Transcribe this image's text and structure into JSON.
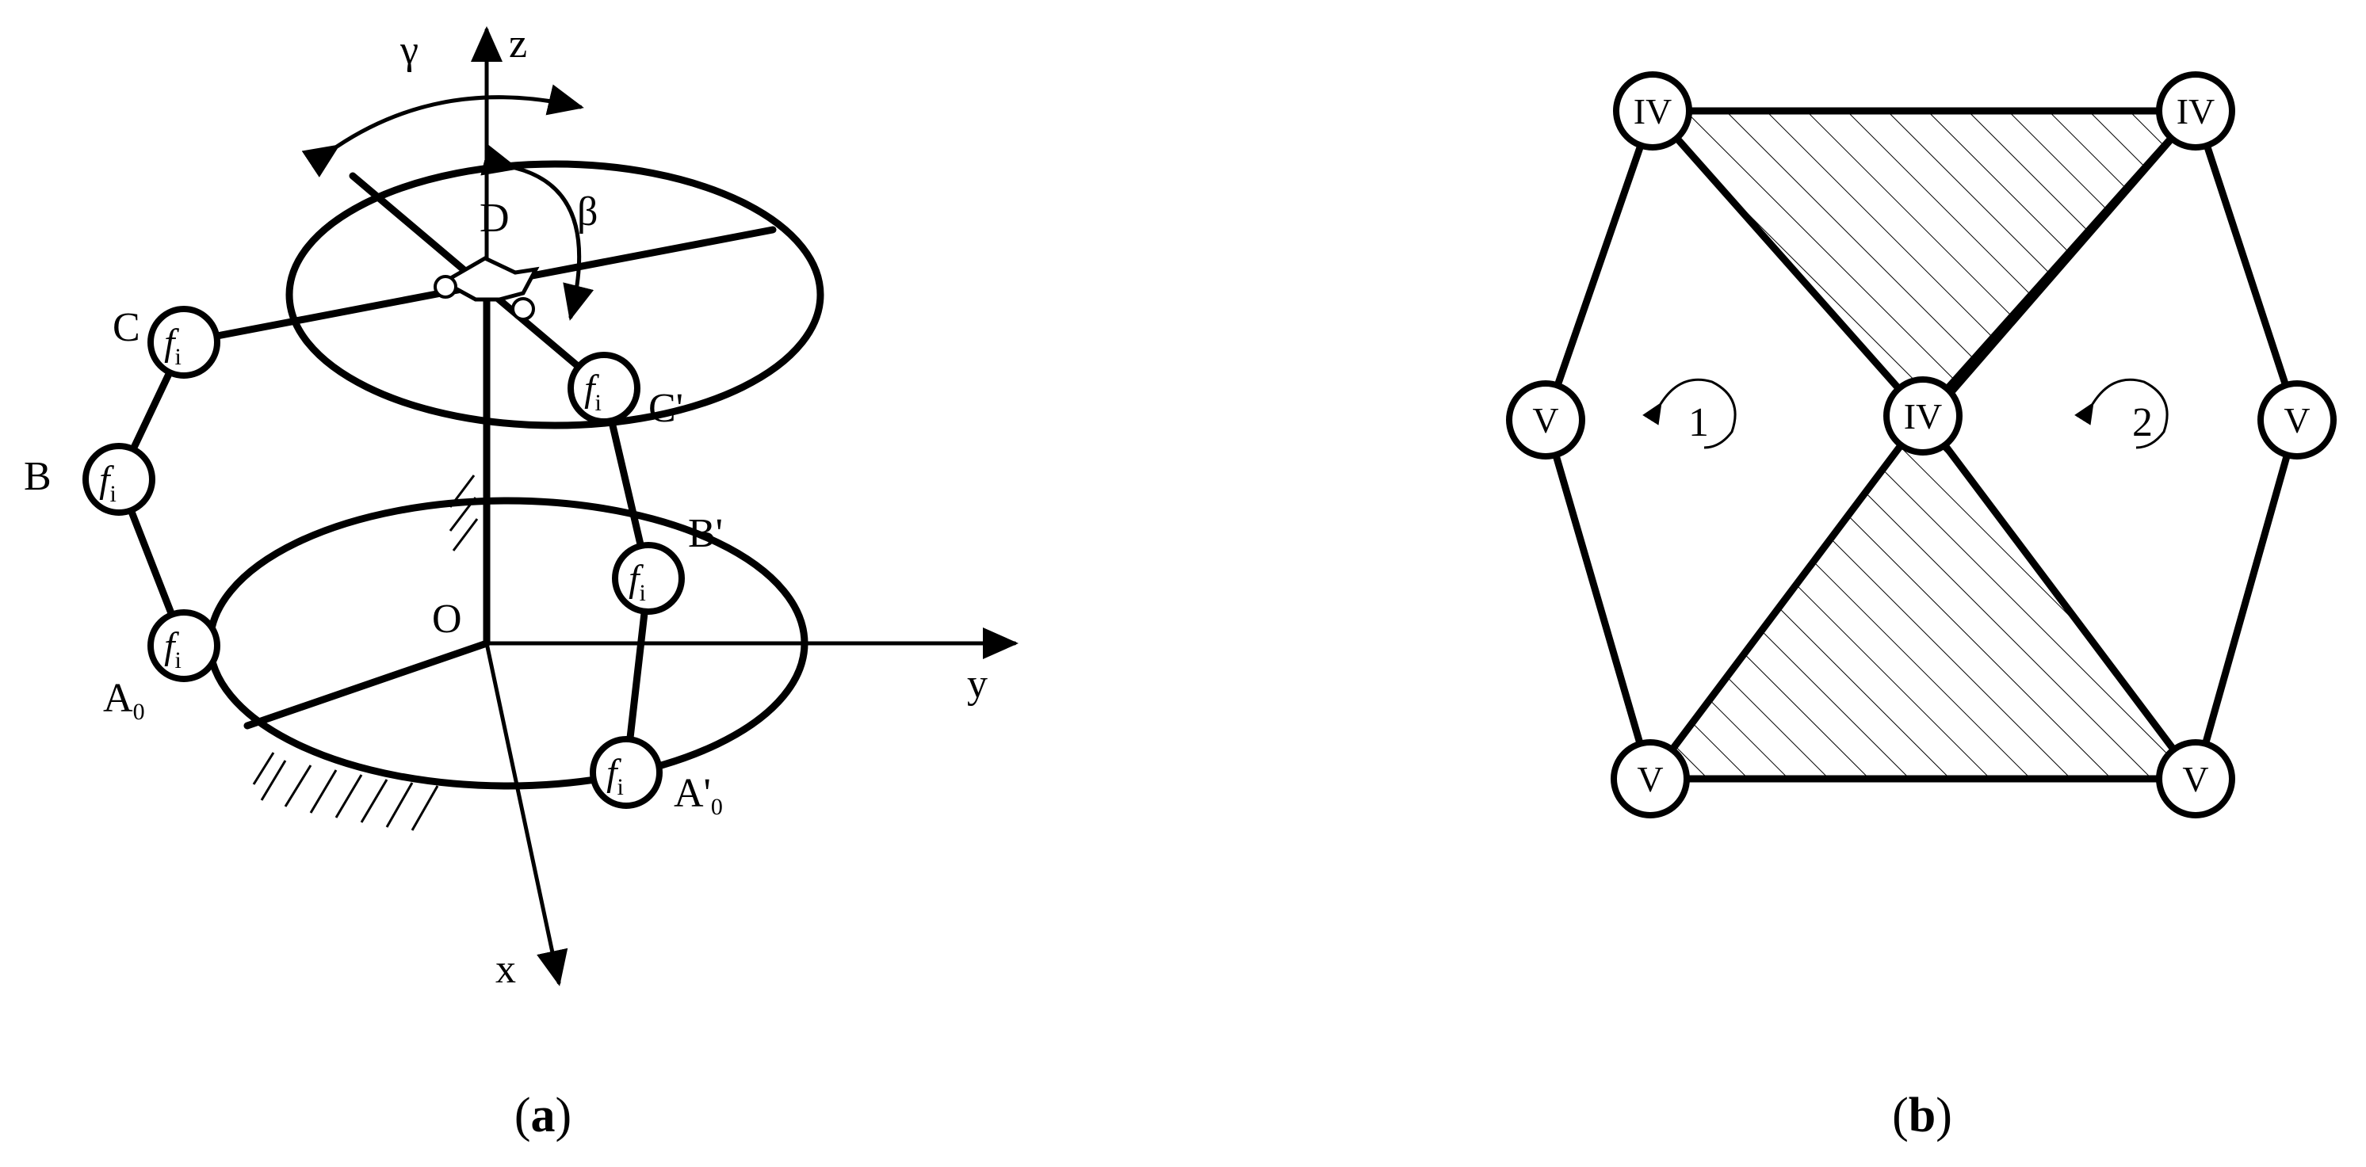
{
  "panel_a": {
    "axes": {
      "z": "z",
      "y": "y",
      "x": "x",
      "origin": "O"
    },
    "angles": {
      "gamma": "γ",
      "beta": "β"
    },
    "points": {
      "D": "D",
      "C": "C",
      "C_prime": "C'",
      "B": "B",
      "B_prime": "B'",
      "A0": "A",
      "A0_sub": "0",
      "A0_prime": "A'",
      "A0_prime_sub": "0"
    },
    "joint_label": "f",
    "joint_sub": "i",
    "caption_open": "(",
    "caption_letter": "a",
    "caption_close": ")"
  },
  "panel_b": {
    "nodes": {
      "top_left": "IV",
      "top_right": "IV",
      "center": "IV",
      "left": "V",
      "right": "V",
      "bottom_left": "V",
      "bottom_right": "V"
    },
    "loops": {
      "loop1": "1",
      "loop2": "2"
    },
    "caption_open": "(",
    "caption_letter": "b",
    "caption_close": ")"
  }
}
